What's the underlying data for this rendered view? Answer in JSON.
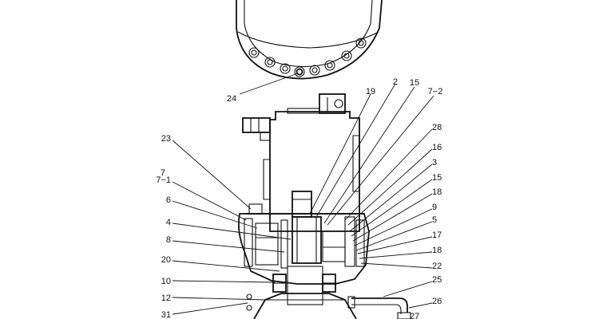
{
  "labels": {
    "l24": "24",
    "l19": "19",
    "l2": "2",
    "l15a": "15",
    "l7_2": "7−2",
    "l28": "28",
    "l16": "16",
    "l3": "3",
    "l15b": "15",
    "l18a": "18",
    "l9": "9",
    "l5": "5",
    "l17": "17",
    "l18b": "18",
    "l22": "22",
    "l25": "25",
    "l26": "26",
    "l27": "27",
    "l23": "23",
    "l7": "7",
    "l7_1": "7−1",
    "l6": "6",
    "l4": "4",
    "l8": "8",
    "l20": "20",
    "l10": "10",
    "l12": "12",
    "l31": "31"
  }
}
